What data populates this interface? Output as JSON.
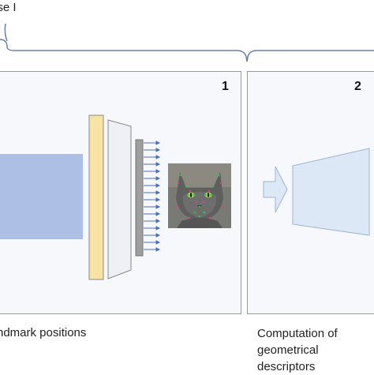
{
  "header": {
    "phase_label": "ase I"
  },
  "panels": [
    {
      "number": "1"
    },
    {
      "number": "2"
    }
  ],
  "captions": {
    "left": "ndmark positions",
    "right": "Computation of geometrical descriptors"
  },
  "colors": {
    "brace": "#6a7fa6",
    "panel_border": "#9a9a9a",
    "panel_bg": "#f7f8fc",
    "input_block": "#aebfe6",
    "layer_yellow": "#f7e3a3",
    "layer_white": "#eef0f5",
    "layer_gray": "#9e9e9e",
    "arrow_blue": "#4a6fc0",
    "shape_fill": "#dce8f5",
    "shape_stroke": "#9db4d4",
    "landmark_green": "#3fbf3f",
    "landmark_pink": "#e0408a"
  }
}
